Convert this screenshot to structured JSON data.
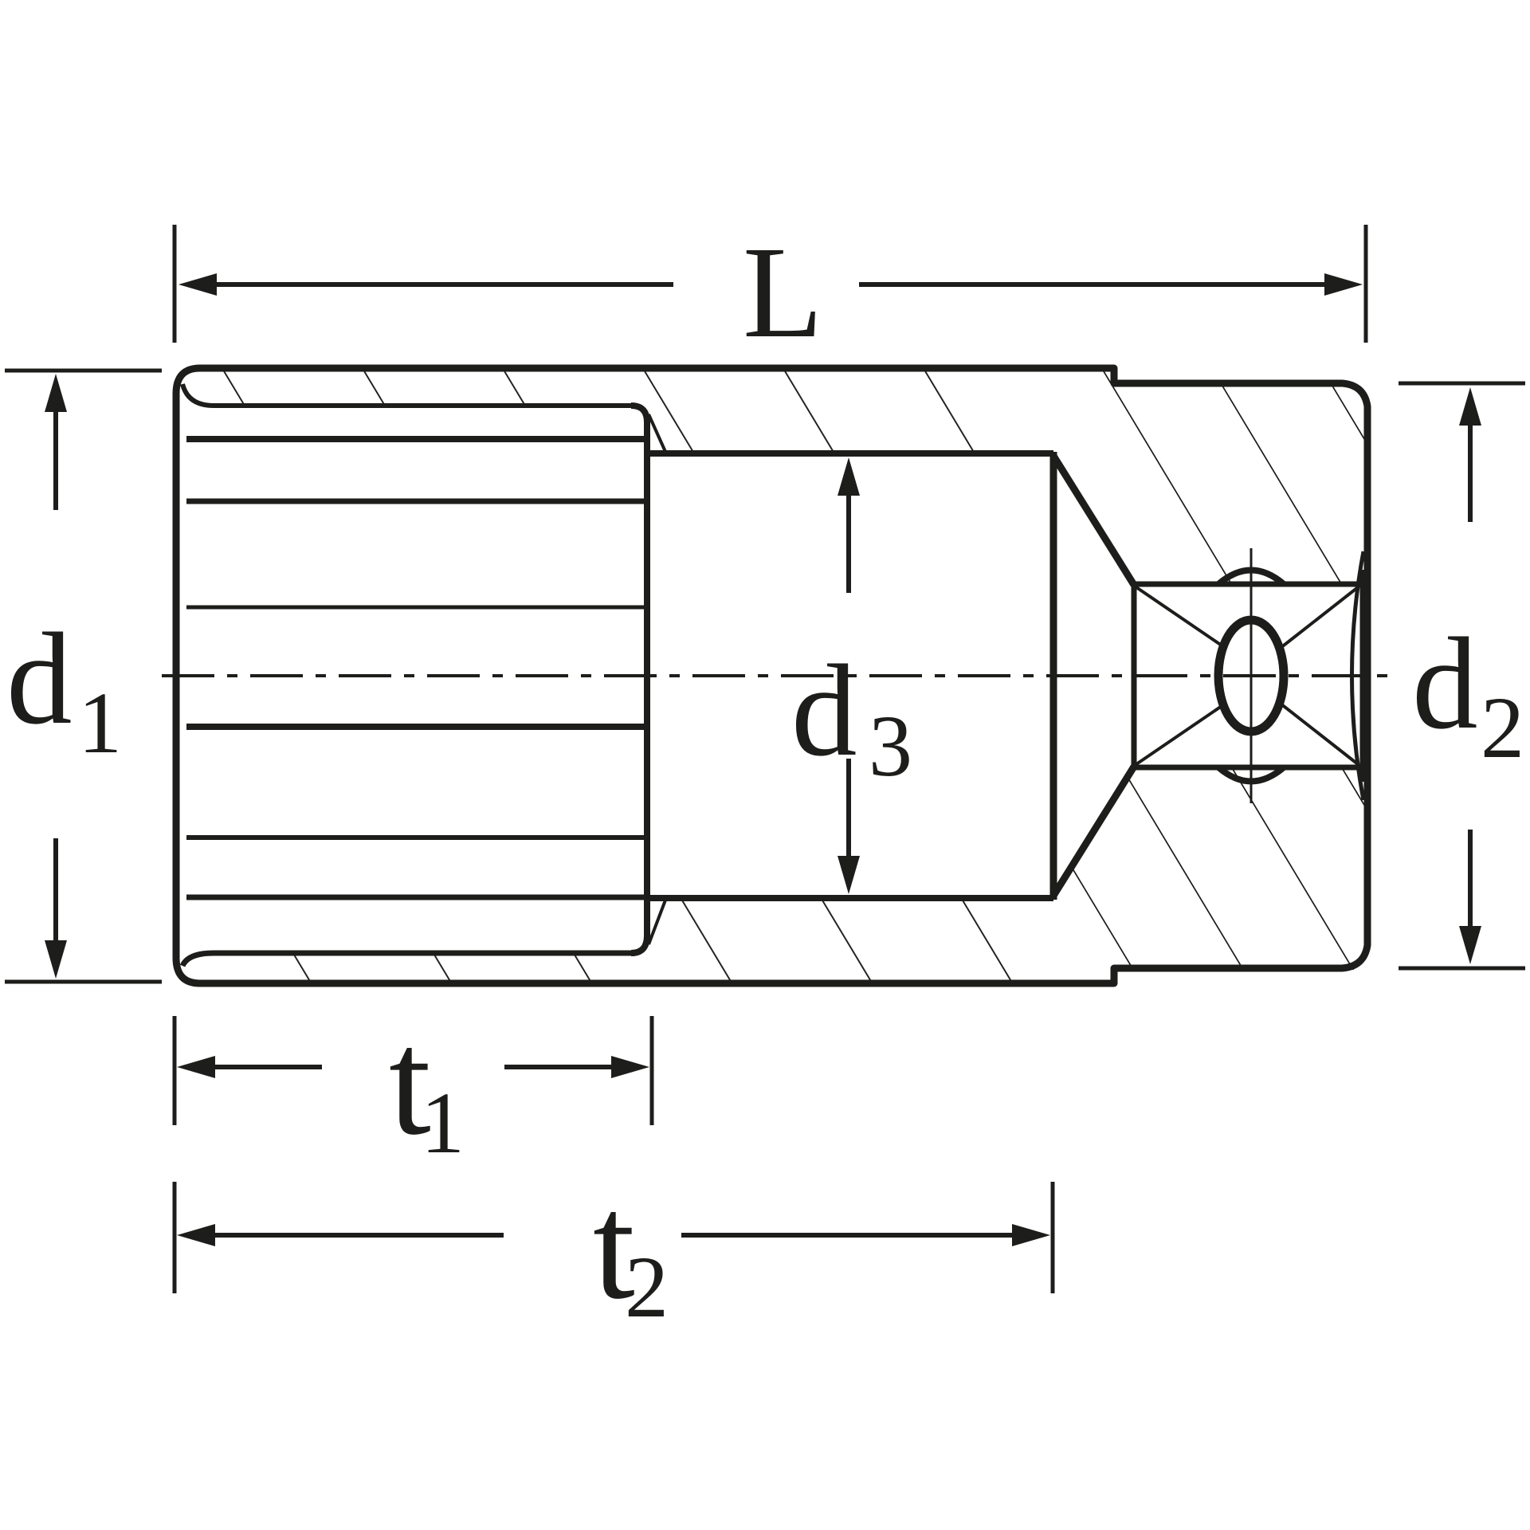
{
  "drawing": {
    "background_color": "#ffffff",
    "line_color": "#1d1d1b",
    "labels": {
      "L": {
        "base": "L",
        "sub": ""
      },
      "d1": {
        "base": "d",
        "sub": "1"
      },
      "d2": {
        "base": "d",
        "sub": "2"
      },
      "d3": {
        "base": "d",
        "sub": "3"
      },
      "t1": {
        "base": "t",
        "sub": "1"
      },
      "t2": {
        "base": "t",
        "sub": "2"
      }
    }
  }
}
